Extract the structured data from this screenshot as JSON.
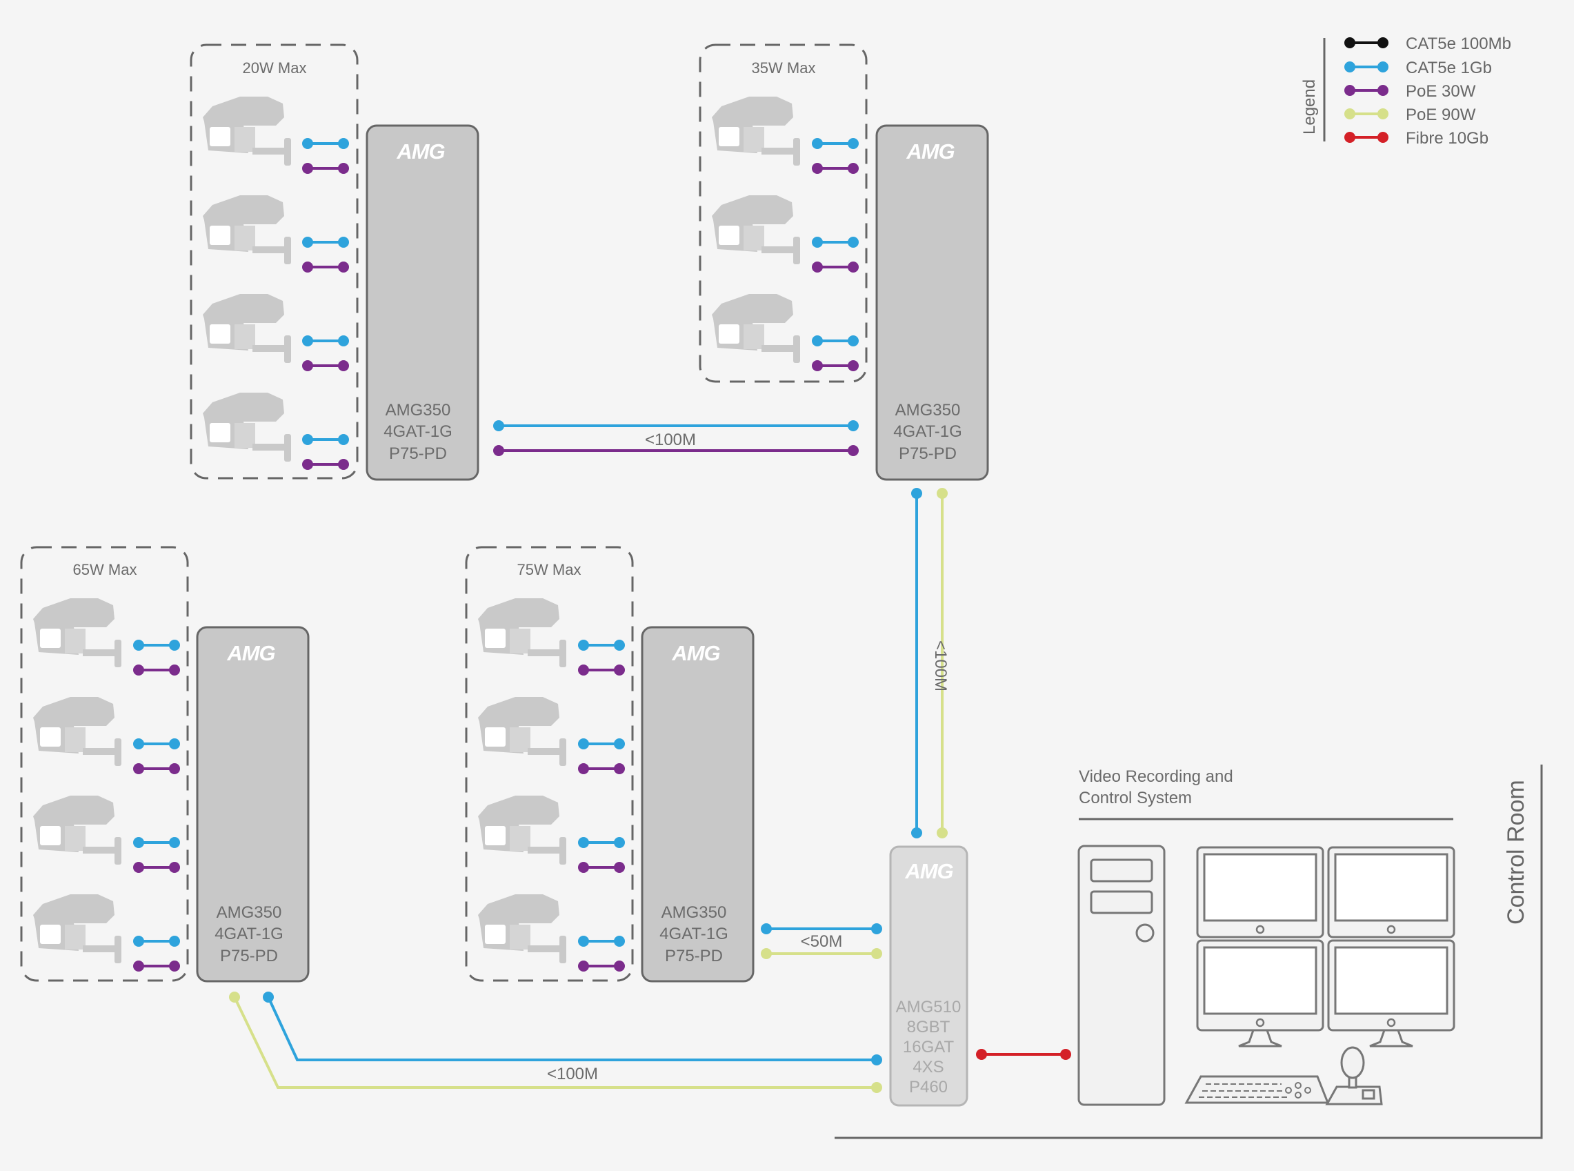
{
  "legend": {
    "title": "Legend",
    "items": [
      {
        "label": "CAT5e 100Mb",
        "color": "#111111"
      },
      {
        "label": "CAT5e 1Gb",
        "color": "#2ea3dc"
      },
      {
        "label": "PoE 30W",
        "color": "#7b2c8c"
      },
      {
        "label": "PoE 90W",
        "color": "#d6e08a"
      },
      {
        "label": "Fibre 10Gb",
        "color": "#d42027"
      }
    ]
  },
  "groups": {
    "g1": {
      "label": "20W Max"
    },
    "g2": {
      "label": "35W Max"
    },
    "g3": {
      "label": "65W Max"
    },
    "g4": {
      "label": "75W Max"
    }
  },
  "switches": {
    "s1": {
      "logo": "AMG",
      "line1": "AMG350",
      "line2": "4GAT-1G",
      "line3": "P75-PD"
    },
    "s2": {
      "logo": "AMG",
      "line1": "AMG350",
      "line2": "4GAT-1G",
      "line3": "P75-PD"
    },
    "s3": {
      "logo": "AMG",
      "line1": "AMG350",
      "line2": "4GAT-1G",
      "line3": "P75-PD"
    },
    "s4": {
      "logo": "AMG",
      "line1": "AMG350",
      "line2": "4GAT-1G",
      "line3": "P75-PD"
    },
    "core": {
      "logo": "AMG",
      "line1": "AMG510",
      "line2": "8GBT",
      "line3": "16GAT",
      "line4": "4XS",
      "line5": "P460"
    }
  },
  "links": {
    "s1_s2": "<100M",
    "s2_core": "<100M",
    "s4_core": "<50M",
    "s3_core": "<100M"
  },
  "control_room": {
    "title": "Control Room",
    "system_line1": "Video Recording and",
    "system_line2": "Control System"
  }
}
